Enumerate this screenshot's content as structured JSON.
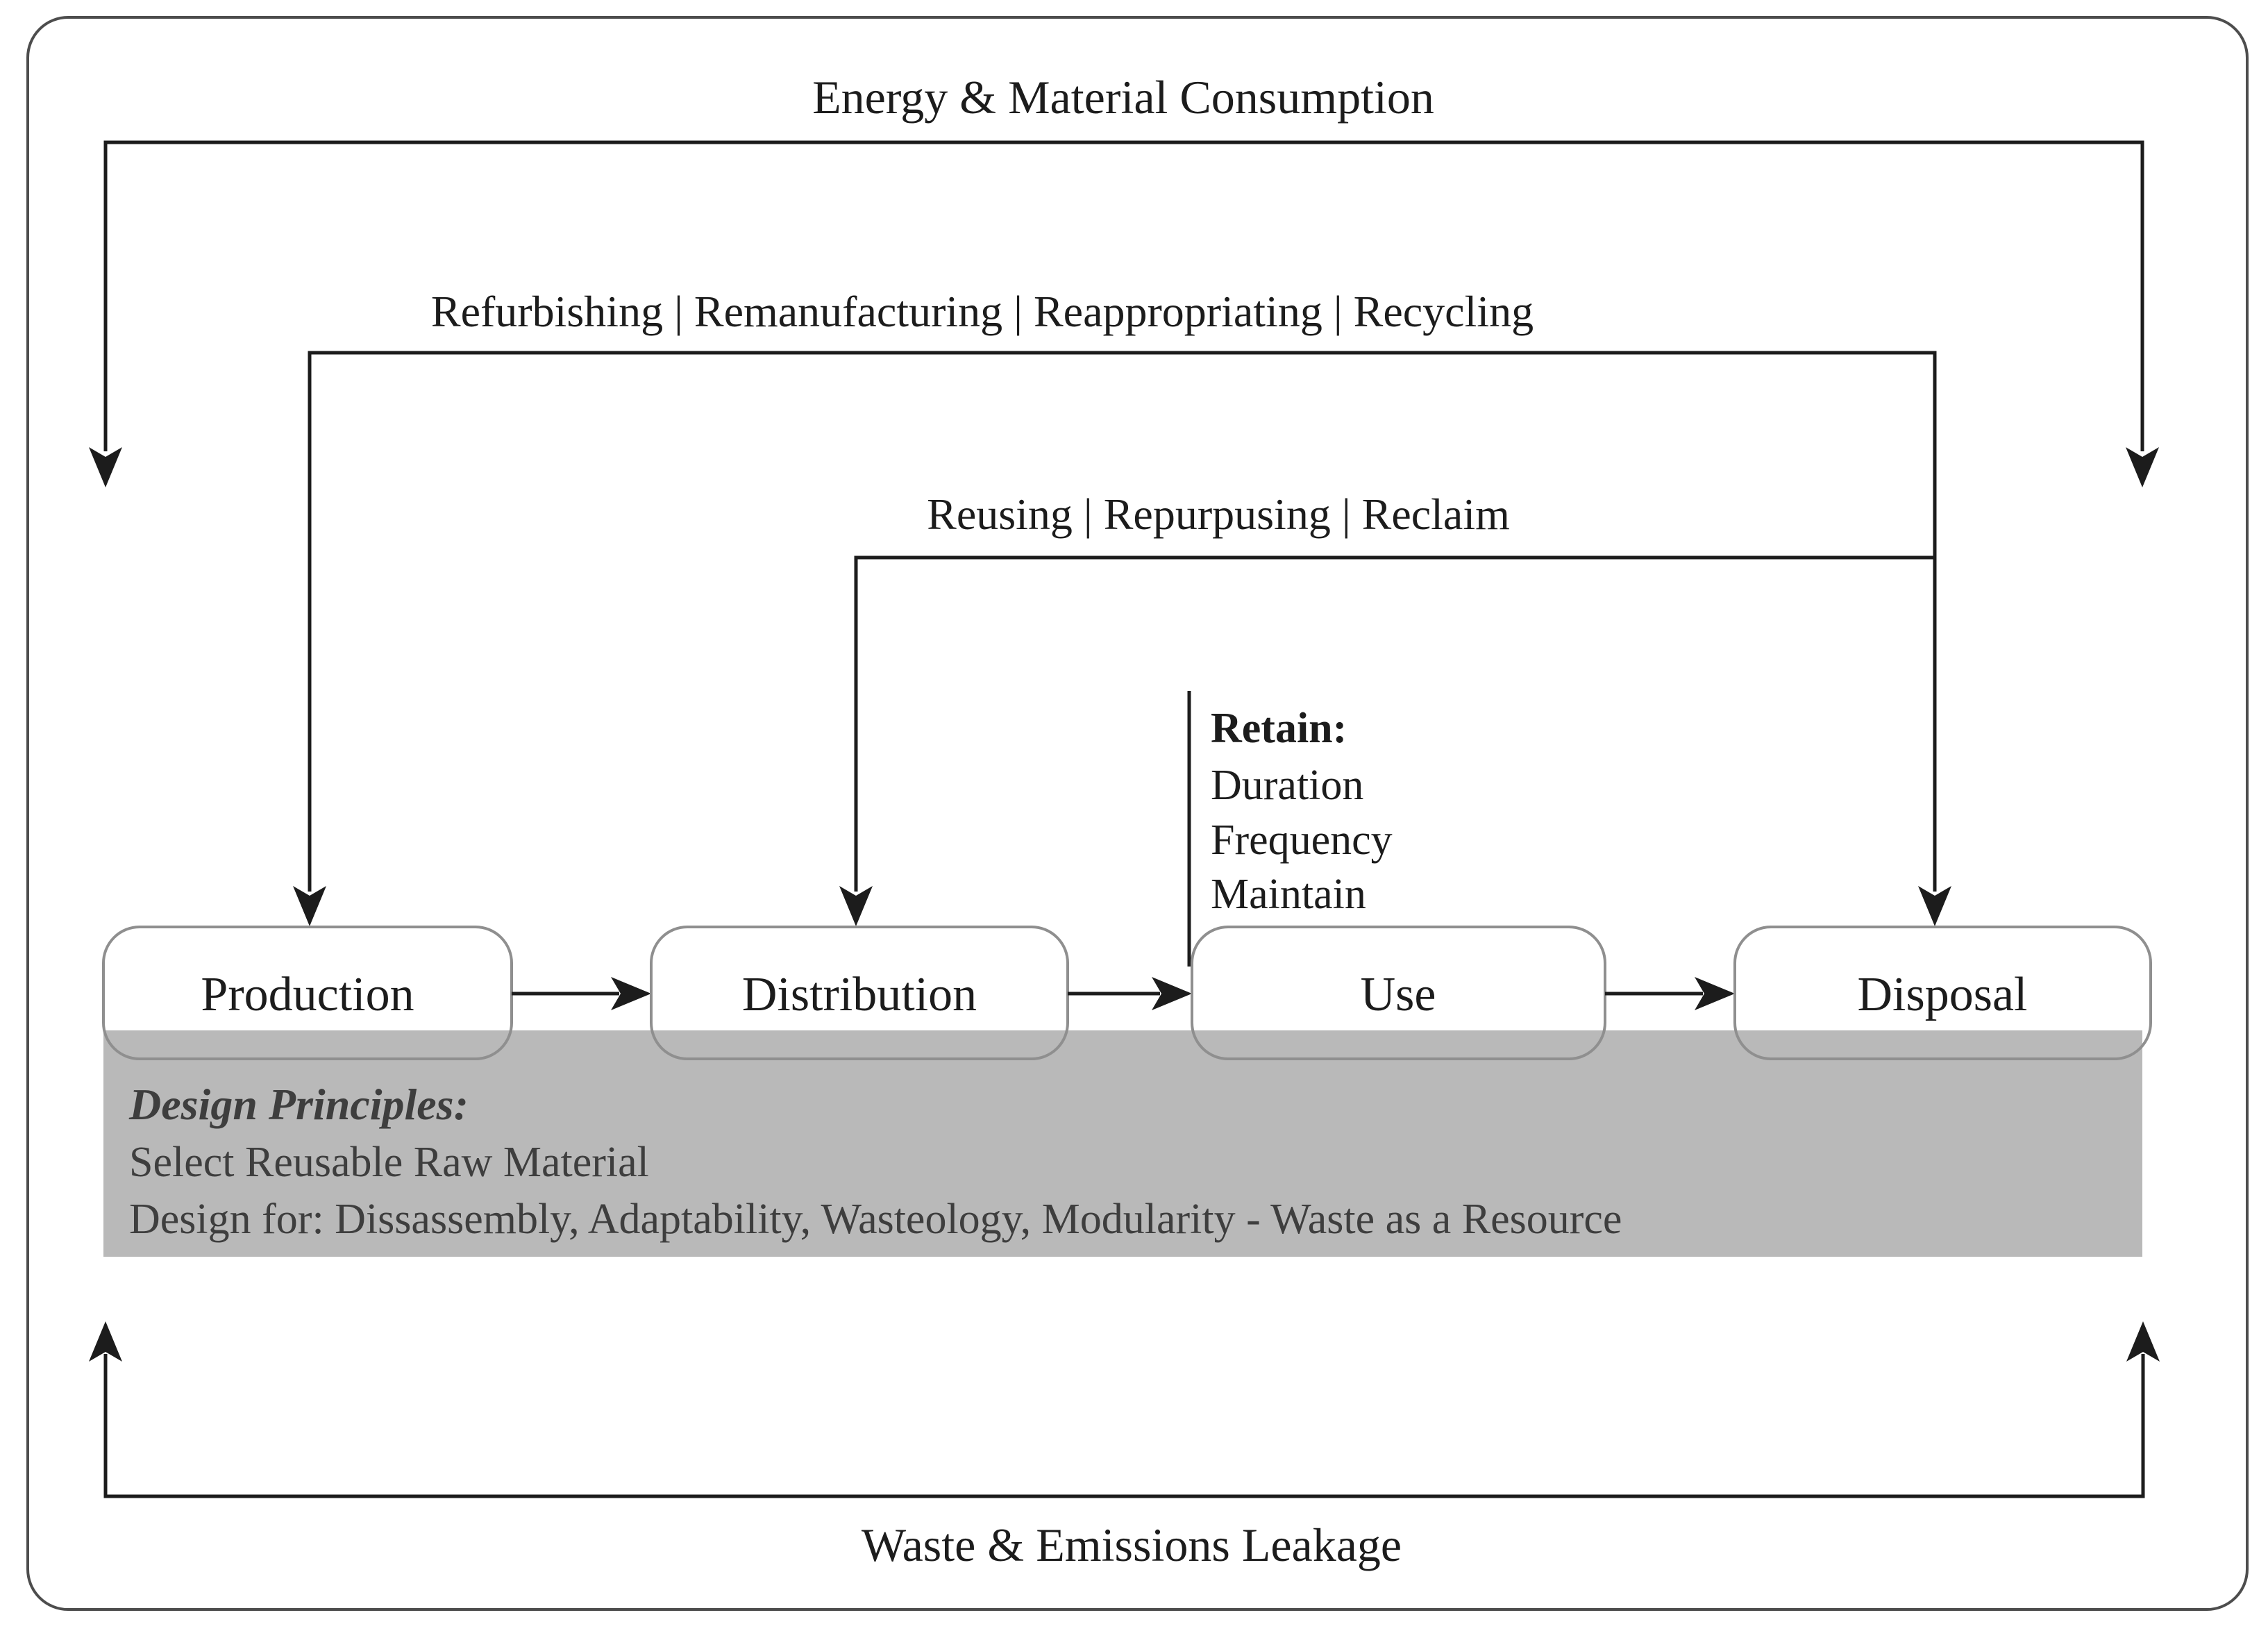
{
  "colors": {
    "line": "#1c1c1c",
    "text": "#1c1c1c",
    "box_border": "#8f8f8f",
    "band_fill": "#b9b9b9",
    "band_text": "#3e3e3e",
    "frame_border": "#4d4d4d",
    "background": "#ffffff"
  },
  "energy_loop": {
    "label": "Energy & Material Consumption"
  },
  "waste_loop": {
    "label": "Waste & Emissions Leakage"
  },
  "return_paths": {
    "refurbishing": {
      "label": "Refurbishing | Remanufacturing | Reappropriating | Recycling",
      "from": "Disposal",
      "to": "Production"
    },
    "reusing": {
      "label": "Reusing | Repurpusing | Reclaim",
      "from": "Disposal",
      "to": "Distribution"
    }
  },
  "retain_note": {
    "title": "Retain:",
    "items": [
      "Duration",
      "Frequency",
      "Maintain"
    ]
  },
  "stages": [
    {
      "label": "Production"
    },
    {
      "label": "Distribution"
    },
    {
      "label": "Use"
    },
    {
      "label": "Disposal"
    }
  ],
  "design_principles": {
    "title": "Design Principles:",
    "lines": [
      "Select Reusable Raw Material",
      "Design for: Dissassembly, Adaptability, Wasteology, Modularity - Waste as a Resource"
    ]
  }
}
